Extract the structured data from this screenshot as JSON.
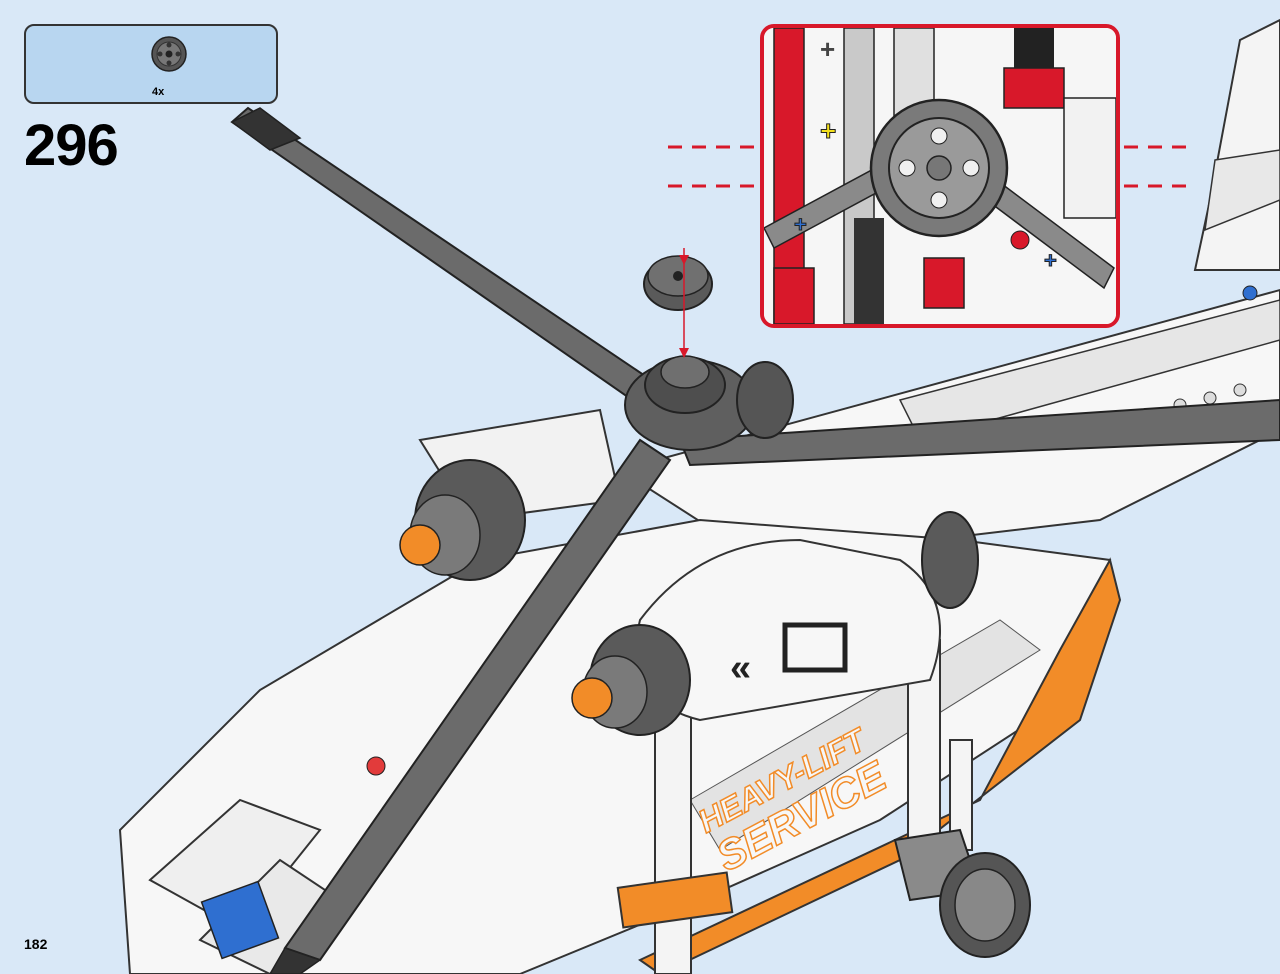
{
  "parts_list": {
    "quantity_label": "4x",
    "part_icon": "gray-technic-wheel-hub-icon"
  },
  "step": {
    "number": "296"
  },
  "page": {
    "number": "182"
  },
  "model": {
    "decal_line1": "HEAVY-LIFT",
    "decal_line2": "SERVICE"
  },
  "colors": {
    "background": "#d9e8f7",
    "parts_box": "#b8d6f0",
    "callout_border": "#d8182a",
    "body_white": "#f7f7f7",
    "accent_orange": "#f28c28",
    "rotor_gray": "#6b6b6b",
    "dark_gray": "#3a3a3a"
  }
}
